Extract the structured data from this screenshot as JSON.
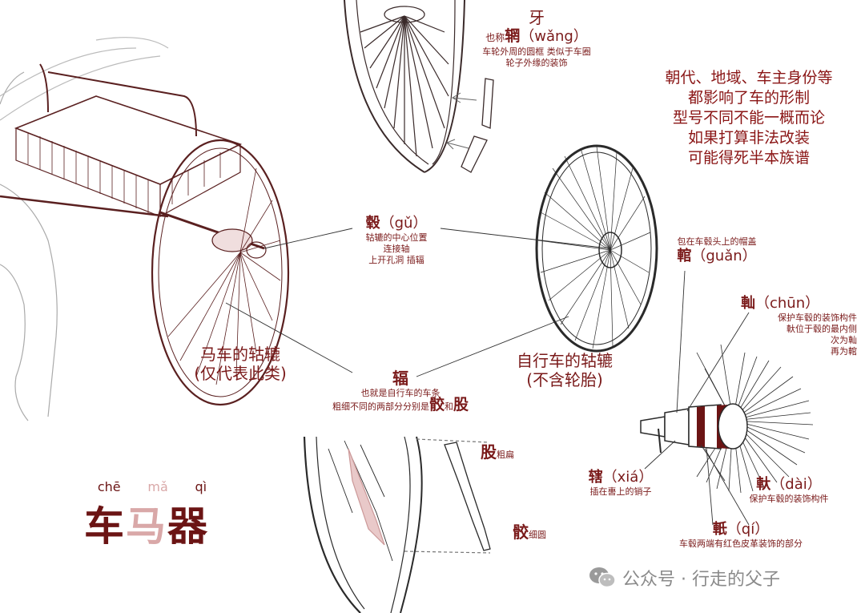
{
  "title": {
    "pinyin": [
      "chē",
      "mǎ",
      "qì"
    ],
    "hanzi": [
      "车",
      "马",
      "器"
    ]
  },
  "note": [
    "朝代、地域、车主身份等",
    "都影响了车的形制",
    "型号不同不能一概而论",
    "如果打算非法改装",
    "可能得死半本族谱"
  ],
  "ya": {
    "name": "牙",
    "alias_prefix": "也称",
    "alias_char": "辋",
    "alias_pinyin": "（wǎng）",
    "desc": [
      "车轮外周的圆框 类似于车圈",
      "轮子外缘的装饰"
    ]
  },
  "gu": {
    "name": "毂",
    "pinyin": "（gǔ）",
    "desc": [
      "轱辘的中心位置",
      "连接轴",
      "上开孔洞  插辐"
    ]
  },
  "guan": {
    "pre": "包在车毂头上的帽盖",
    "name": "輨",
    "pinyin": "（guǎn）"
  },
  "chun": {
    "name": "軕",
    "pinyin": "（chūn）",
    "desc": [
      "保护车毂的装饰构件",
      "軑位于毂的最内侧",
      "次为軕",
      "再为輨"
    ]
  },
  "carriage_wheel": [
    "马车的轱辘",
    "(仅代表此类)"
  ],
  "bike_wheel": [
    "自行车的轱辘",
    "(不含轮胎)"
  ],
  "fu": {
    "name": "辐",
    "desc1": "也就是自行车的车条",
    "desc2_prefix": "粗细不同的两部分分别是",
    "jiao": "骹",
    "and": "和",
    "gu": "股"
  },
  "gu_thigh": {
    "name": "股",
    "desc": "粗扁"
  },
  "jiao": {
    "name": "骹",
    "desc": "细圆"
  },
  "xia": {
    "name": "辖",
    "pinyin": "（xiá）",
    "desc": "插在軎上的销子"
  },
  "dai": {
    "name": "軑",
    "pinyin": "（dài）",
    "desc": "保护车毂的装饰构件"
  },
  "qi": {
    "name": "軝",
    "pinyin": "（qí）",
    "desc": "车毂两端有红色皮革装饰的部分"
  },
  "watermark": "公众号 · 行走的父子"
}
